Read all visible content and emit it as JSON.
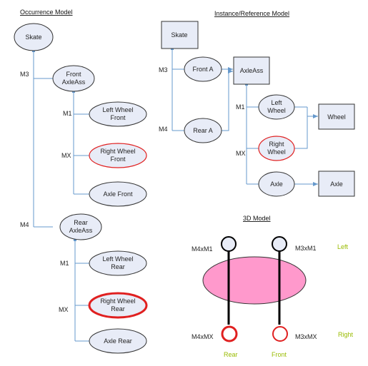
{
  "colors": {
    "line": "#6699cc",
    "node_fill": "#e8ecf7",
    "node_stroke": "#333333",
    "highlight": "#e02020",
    "body_fill": "#ff99cc",
    "axis_label": "#99bb00"
  },
  "occurrence": {
    "title": "Occurrence Model",
    "skate": "Skate",
    "m3": "M3",
    "front_axle_line1": "Front",
    "front_axle_line2": "AxleAss",
    "front_m1": "M1",
    "left_front_line1": "Left Wheel",
    "left_front_line2": "Front",
    "front_mx": "MX",
    "right_front_line1": "Right Wheel",
    "right_front_line2": "Front",
    "axle_front": "Axle Front",
    "m4": "M4",
    "rear_axle_line1": "Rear",
    "rear_axle_line2": "AxleAss",
    "rear_m1": "M1",
    "left_rear_line1": "Left Wheel",
    "left_rear_line2": "Rear",
    "rear_mx": "MX",
    "right_rear_line1": "Right Wheel",
    "right_rear_line2": "Rear",
    "axle_rear": "Axle Rear"
  },
  "instance": {
    "title": "Instance/Reference Model",
    "skate": "Skate",
    "m3": "M3",
    "front_a": "Front A",
    "m4": "M4",
    "rear_a": "Rear A",
    "axle_ass": "AxleAss",
    "m1": "M1",
    "left_wheel_line1": "Left",
    "left_wheel_line2": "Wheel",
    "mx": "MX",
    "right_wheel_line1": "Right",
    "right_wheel_line2": "Wheel",
    "axle_node": "Axle",
    "wheel_box": "Wheel",
    "axle_box": "Axle"
  },
  "model3d": {
    "title": "3D Model",
    "m4xm1": "M4xM1",
    "m3xm1": "M3xM1",
    "left": "Left",
    "m4xmx": "M4xMX",
    "m3xmx": "M3xMX",
    "right": "Right",
    "rear": "Rear",
    "front": "Front"
  }
}
